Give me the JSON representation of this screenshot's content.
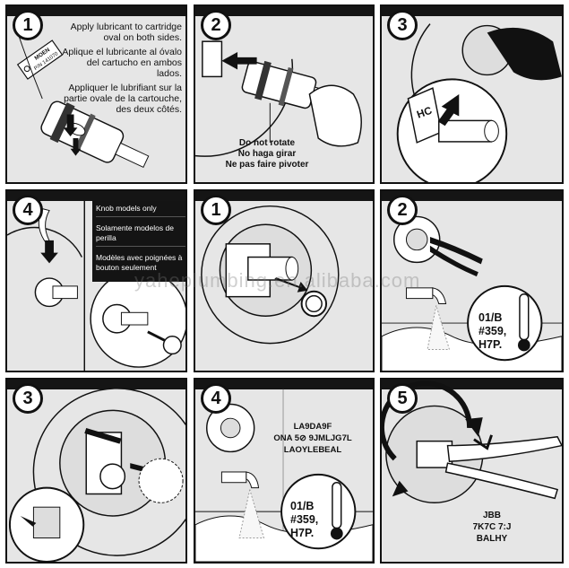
{
  "panels": [
    {
      "number": "1",
      "instructions": [
        "Apply lubricant to cartridge oval on both sides.",
        "Aplique el lubricante al óvalo del cartucho en ambos lados.",
        "Appliquer le lubrifiant sur la partie ovale de la cartouche, des deux côtés."
      ],
      "tag": [
        "MOEN",
        "P/N 141070"
      ]
    },
    {
      "number": "2",
      "warnings": [
        "Do not rotate",
        "No haga girar",
        "Ne pas faire pivoter"
      ]
    },
    {
      "number": "3",
      "hc_label": "HC"
    },
    {
      "number": "4",
      "knob_notes": [
        "Knob models only",
        "Solamente modelos de perilla",
        "Modèles avec poignées à bouton seulement"
      ]
    },
    {
      "number": "1"
    },
    {
      "number": "2",
      "thermo_text": [
        "01/B",
        "#359,",
        "H7P."
      ]
    },
    {
      "number": "3"
    },
    {
      "number": "4",
      "codes": [
        "LA9DA9F",
        "ONA  5⊘  9JMLJG7L",
        "LAOYLEBEAL"
      ],
      "thermo_text": [
        "01/B",
        "#359,",
        "H7P."
      ]
    },
    {
      "number": "5",
      "codes": [
        "JBB",
        "7K7C 7:J",
        "BALHY"
      ]
    }
  ],
  "watermark": "yaheplumbing.en.alibaba.com"
}
